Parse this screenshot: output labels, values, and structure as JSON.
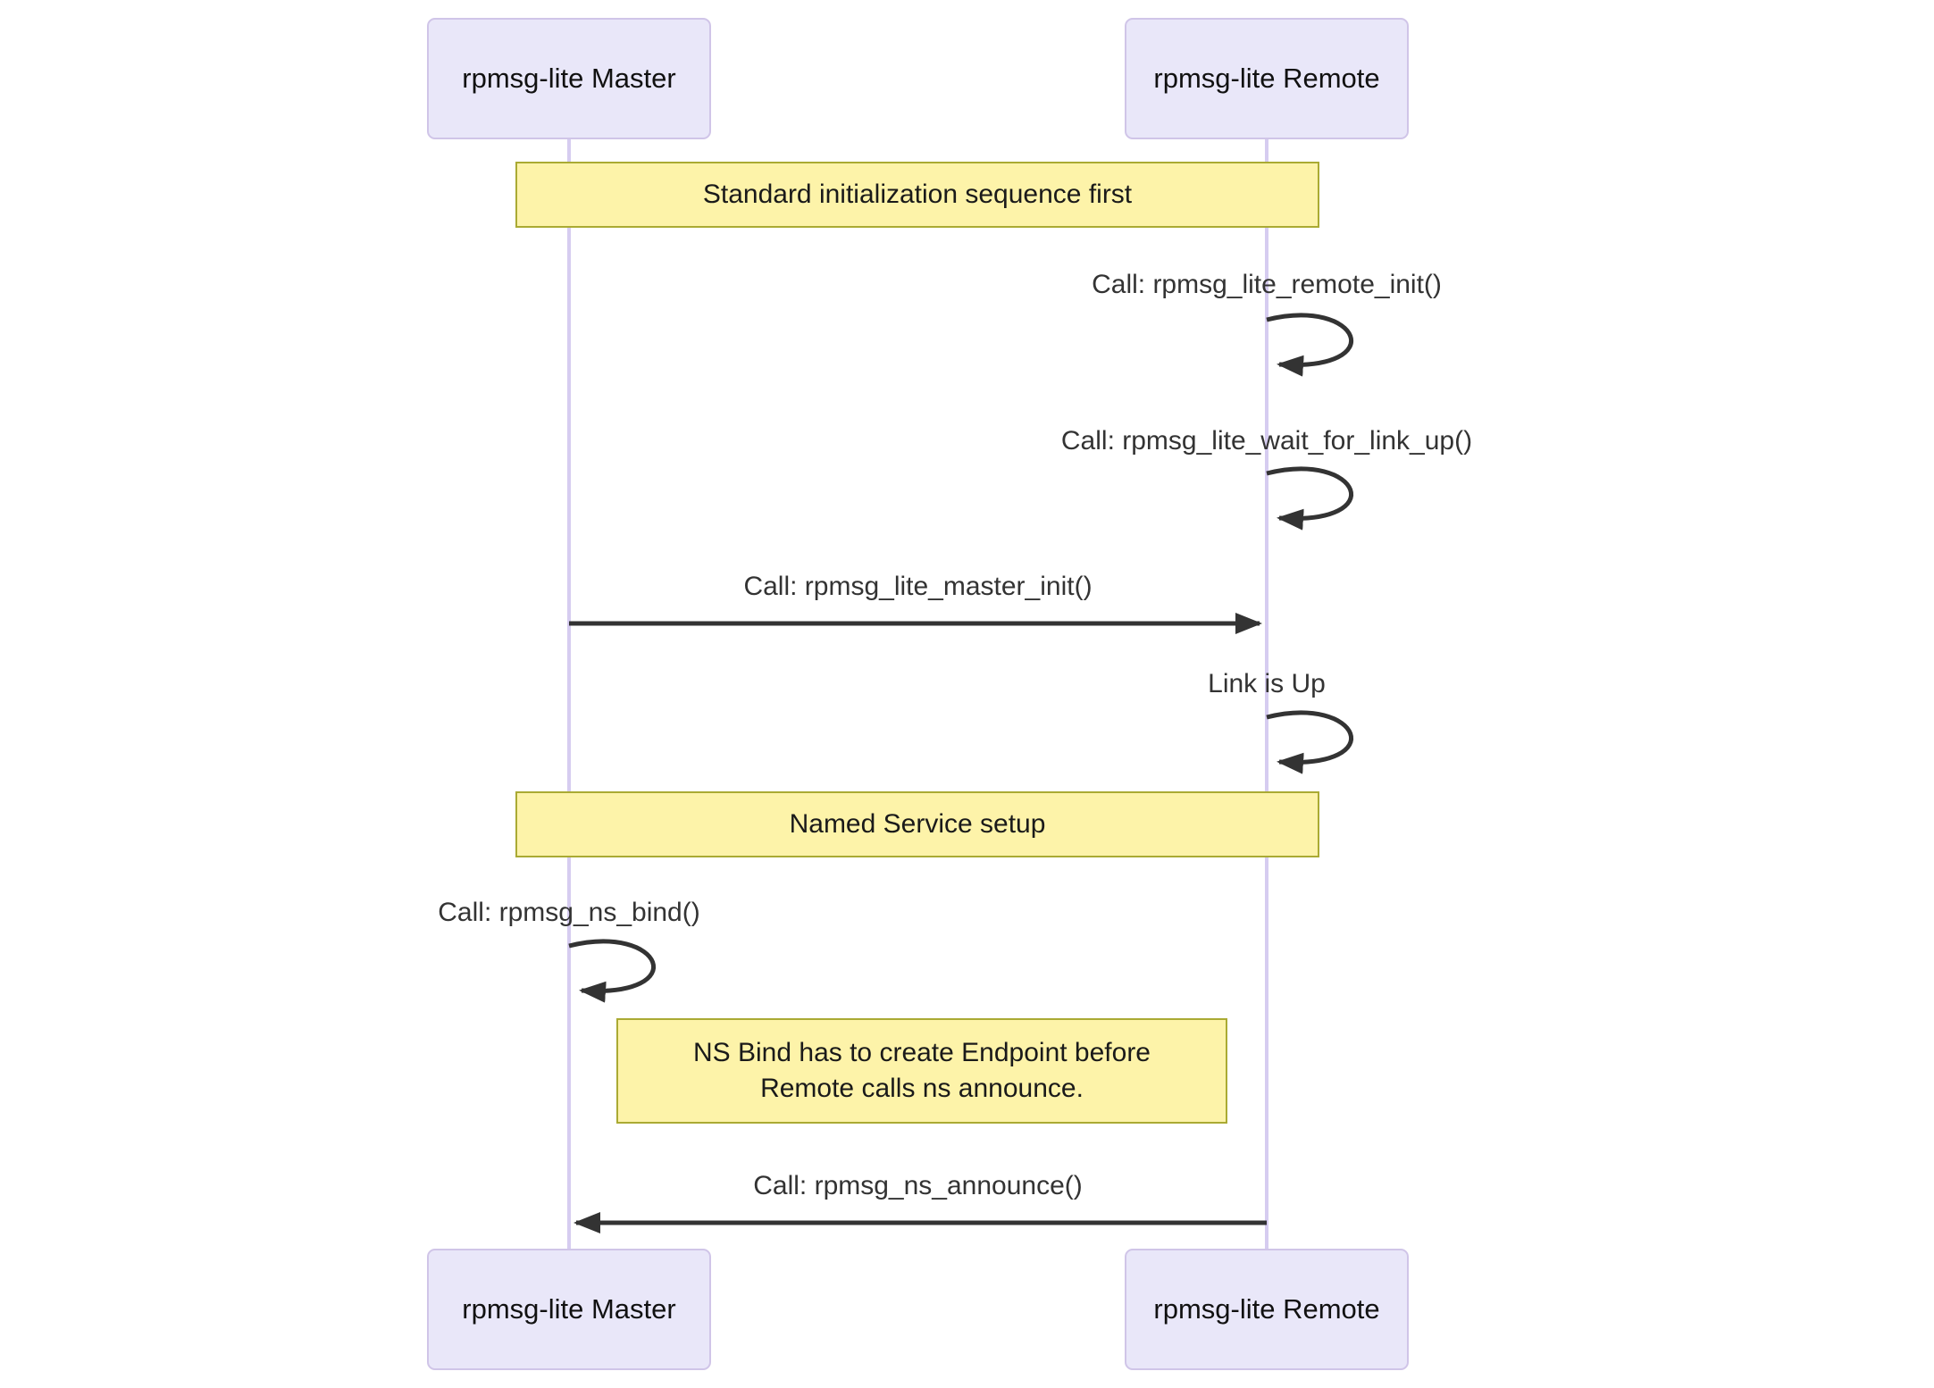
{
  "diagram": {
    "type": "sequence-diagram",
    "participants": [
      {
        "id": "master",
        "label": "rpmsg-lite Master"
      },
      {
        "id": "remote",
        "label": "rpmsg-lite Remote"
      }
    ],
    "notes": [
      {
        "position": "over both participants",
        "label": "Standard initialization sequence first"
      },
      {
        "position": "over both participants",
        "label": "Named Service setup"
      },
      {
        "position": "between participants",
        "lines": [
          "NS Bind has to create Endpoint before",
          "Remote calls ns announce."
        ]
      }
    ],
    "messages": [
      {
        "from": "remote",
        "to": "remote",
        "kind": "self",
        "label": "Call: rpmsg_lite_remote_init()"
      },
      {
        "from": "remote",
        "to": "remote",
        "kind": "self",
        "label": "Call: rpmsg_lite_wait_for_link_up()"
      },
      {
        "from": "master",
        "to": "remote",
        "kind": "solid-arrow",
        "label": "Call: rpmsg_lite_master_init()"
      },
      {
        "from": "remote",
        "to": "remote",
        "kind": "self",
        "label": "Link is Up"
      },
      {
        "from": "master",
        "to": "master",
        "kind": "self",
        "label": "Call: rpmsg_ns_bind()"
      },
      {
        "from": "remote",
        "to": "master",
        "kind": "solid-arrow",
        "label": "Call: rpmsg_ns_announce()"
      }
    ],
    "colors": {
      "participant_fill": "#E9E7F9",
      "participant_border": "#D0C5E8",
      "lifeline": "#D6CCF0",
      "note_fill": "#FDF3A9",
      "note_border": "#AAAA33",
      "message": "#333333",
      "background": "#FFFFFF"
    }
  }
}
